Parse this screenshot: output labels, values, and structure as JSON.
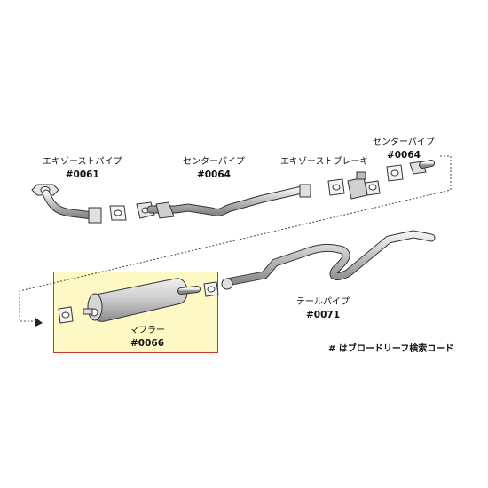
{
  "parts": [
    {
      "name": "エキゾーストパイプ",
      "code": "#0061",
      "highlighted": false
    },
    {
      "name": "センターパイプ",
      "code": "#0064",
      "highlighted": false
    },
    {
      "name": "エキゾーストブレーキ",
      "code": "",
      "highlighted": false
    },
    {
      "name": "センターパイプ",
      "code": "#0064",
      "highlighted": false
    },
    {
      "name": "マフラー",
      "code": "#0066",
      "highlighted": true
    },
    {
      "name": "テールパイプ",
      "code": "#0071",
      "highlighted": false
    }
  ],
  "note": "# はブロードリーフ検索コード",
  "colors": {
    "highlight_fill": "#fdf8c4",
    "highlight_border": "#c0392b",
    "line": "#333333",
    "part_fill": "#d9d9d9"
  }
}
